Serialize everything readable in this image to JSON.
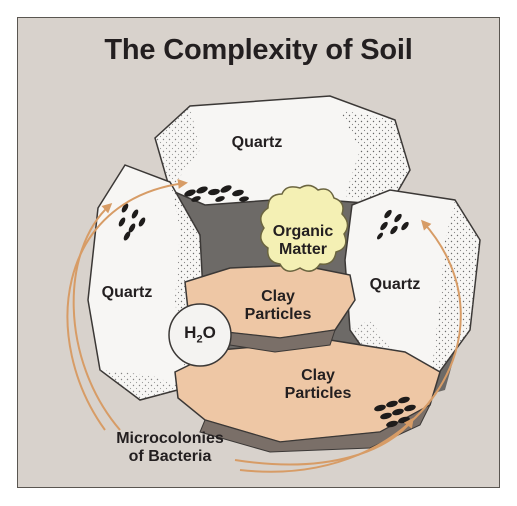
{
  "title": "The Complexity of Soil",
  "labels": {
    "quartz_top": "Quartz",
    "quartz_left": "Quartz",
    "quartz_right": "Quartz",
    "organic_matter": "Organic\nMatter",
    "clay_upper": "Clay\nParticles",
    "clay_lower": "Clay\nParticles",
    "water": {
      "base": "H",
      "subscript": "2",
      "tail": "O"
    },
    "bacteria": "Microcolonies\nof Bacteria"
  },
  "colors": {
    "background": "#d8d2cc",
    "quartz": "#f7f6f4",
    "clay": "#eec7a5",
    "organic_matter": "#f4f0b4",
    "arrow": "#d79c66",
    "outline": "#3b3836",
    "text": "#231f20"
  }
}
